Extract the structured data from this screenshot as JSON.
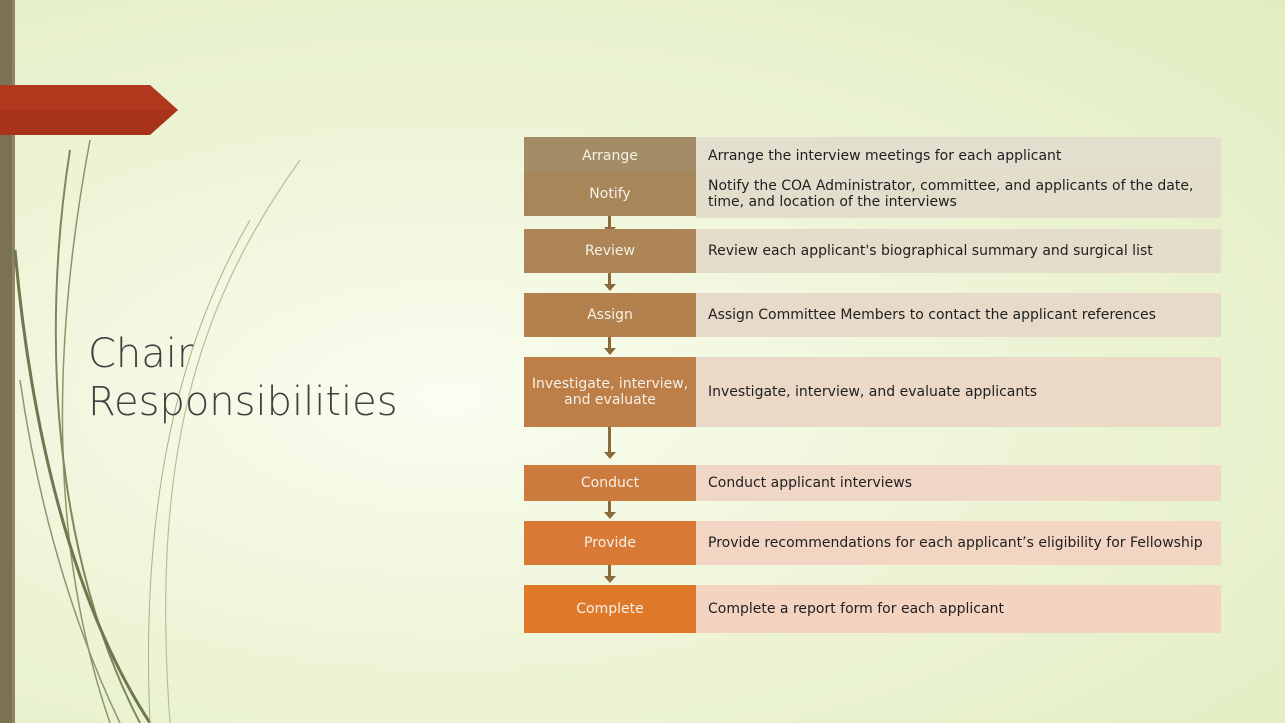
{
  "slide": {
    "title_lines": [
      "Chair",
      "Responsibilities"
    ]
  },
  "colors": {
    "accent_banner": "#a8321a",
    "left_bar": "#7a7252",
    "step_start": "#a28b63",
    "step_end": "#e0782a"
  },
  "steps": [
    {
      "label": "Arrange",
      "description": "Arrange the interview meetings for each applicant"
    },
    {
      "label": "Notify",
      "description": "Notify the COA Administrator, committee, and applicants of the date, time, and location of the interviews"
    },
    {
      "label": "Review",
      "description": "Review each applicant's biographical summary and surgical list"
    },
    {
      "label": "Assign",
      "description": "Assign Committee Members to contact the applicant references"
    },
    {
      "label": "Investigate, interview, and evaluate",
      "description": "Investigate, interview, and evaluate applicants"
    },
    {
      "label": "Conduct",
      "description": "Conduct applicant interviews"
    },
    {
      "label": "Provide",
      "description": "Provide recommendations for each applicant’s eligibility for Fellowship"
    },
    {
      "label": "Complete",
      "description": "Complete a report form for each applicant"
    }
  ]
}
